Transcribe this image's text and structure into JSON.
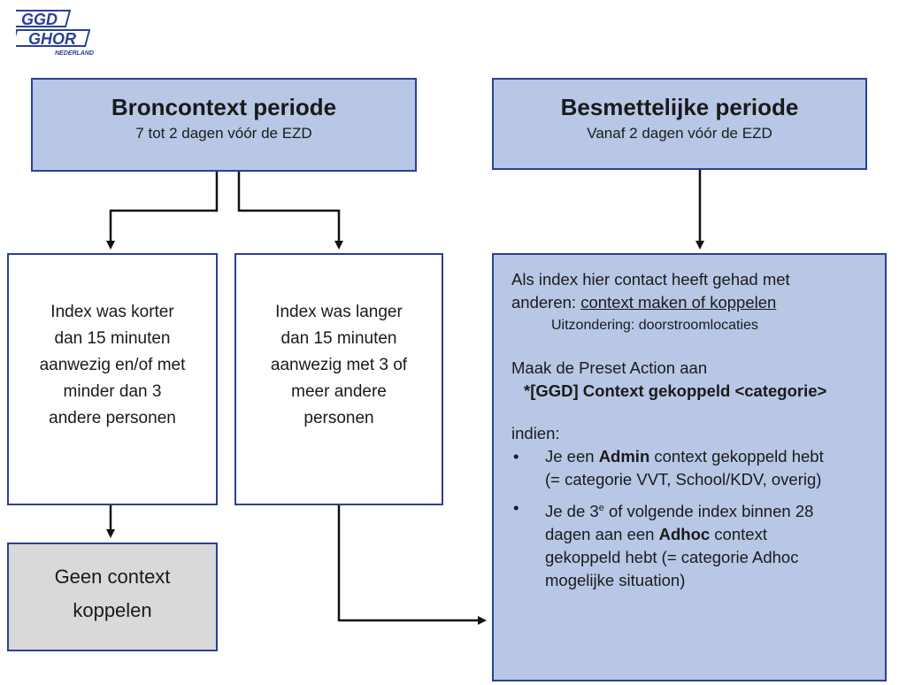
{
  "logo": {
    "line1": "GGD",
    "line2": "GHOR",
    "line3": "NEDERLAND",
    "color": "#2a3f9a"
  },
  "box_bron": {
    "title": "Broncontext periode",
    "subtitle": "7 tot 2 dagen vóór de EZD"
  },
  "box_besm": {
    "title": "Besmettelijke periode",
    "subtitle": "Vanaf 2 dagen vóór de EZD"
  },
  "box_korter": {
    "lines": [
      "Index was korter",
      "dan 15 minuten",
      "aanwezig en/of met",
      "minder dan 3",
      "andere personen"
    ]
  },
  "box_langer": {
    "lines": [
      "Index was langer",
      "dan 15 minuten",
      "aanwezig met 3 of",
      "meer andere",
      "personen"
    ]
  },
  "box_geen": {
    "lines": [
      "Geen context",
      "koppelen"
    ]
  },
  "box_right": {
    "p1_a": "Als index hier contact heeft gehad met",
    "p1_b": "anderen: ",
    "p1_link": "context maken of koppelen",
    "p1_ex": "Uitzondering: doorstroomlocaties",
    "p2_a": "Maak de Preset Action aan",
    "p2_b": "*[GGD] Context gekoppeld <categorie>",
    "p3": "indien:",
    "b1_a": "Je een ",
    "b1_b": "Admin",
    "b1_c": " context gekoppeld hebt",
    "b1_d": "(= categorie VVT, School/KDV, overig)",
    "b2_a": "Je de 3",
    "b2_sup": "e",
    "b2_b": " of volgende index binnen 28",
    "b2_c": "dagen aan een ",
    "b2_d": "Adhoc",
    "b2_e": " context",
    "b2_f": "gekoppeld hebt (= categorie Adhoc",
    "b2_g": "mogelijke situation)",
    "bullet": "•"
  },
  "colors": {
    "border": "#2a3f9a",
    "blue_fill": "#b8c7e6",
    "grey_fill": "#d9d9d9"
  }
}
